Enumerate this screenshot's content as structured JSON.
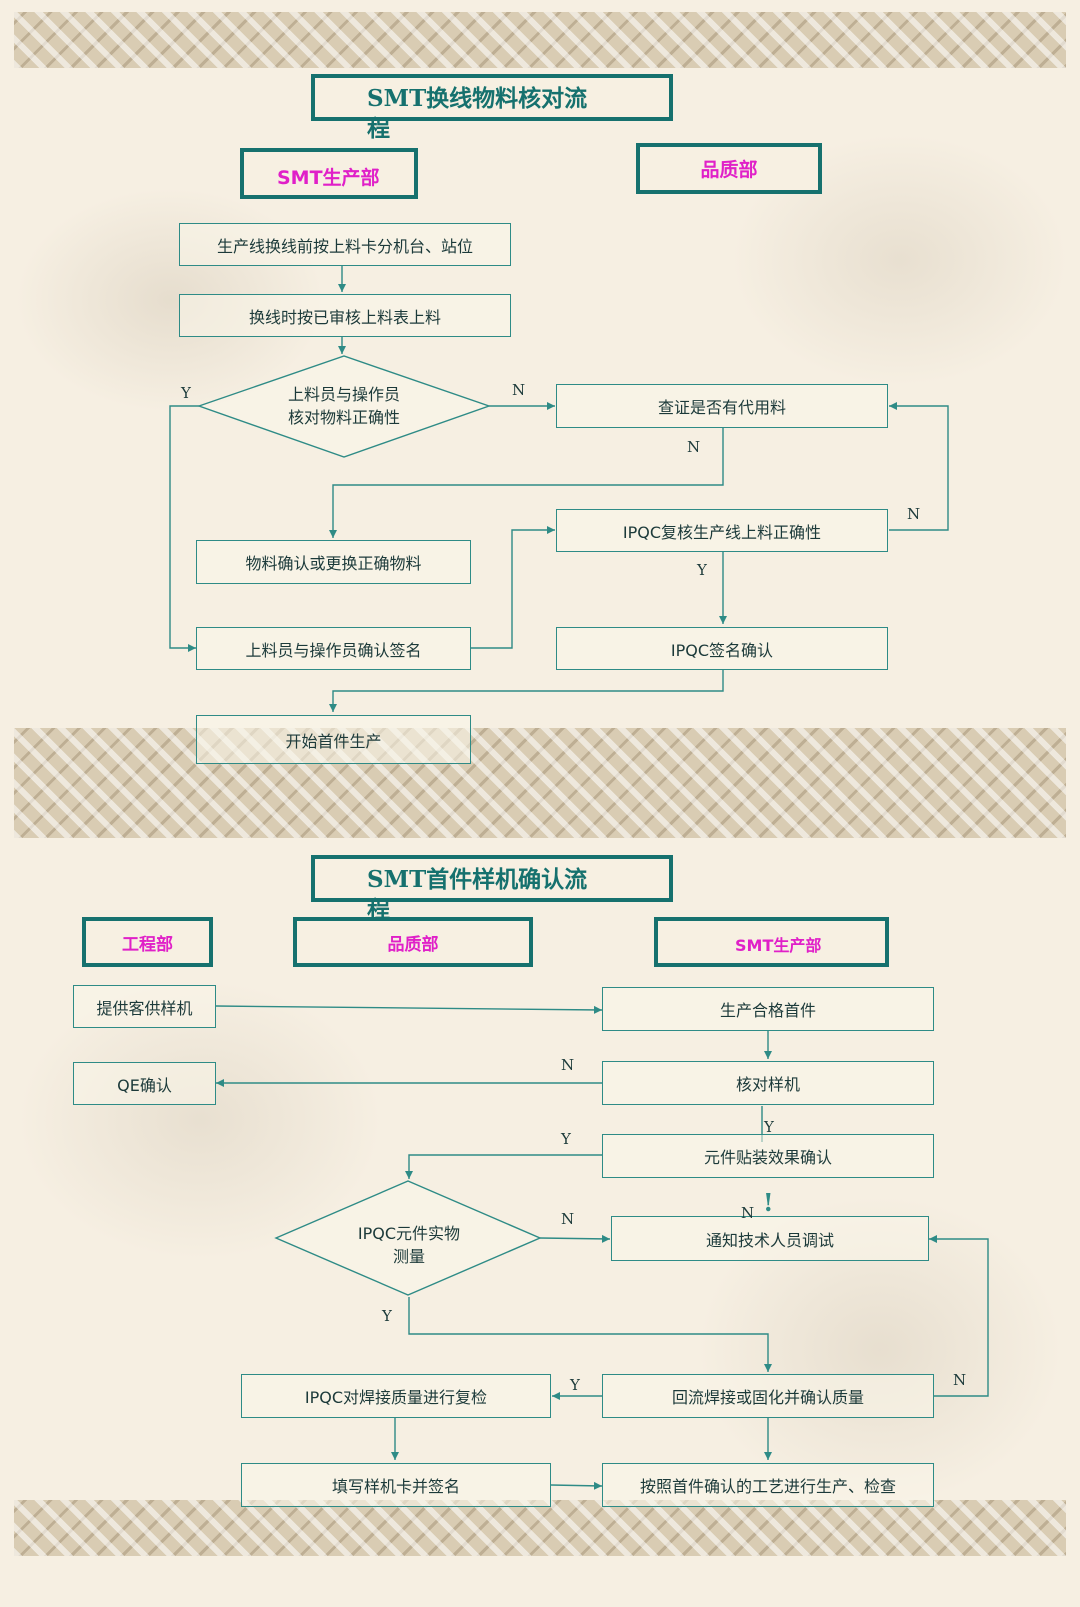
{
  "flow1": {
    "title": "SMT换线物料核对流程",
    "dept_smt": "SMT生产部",
    "dept_quality": "品质部",
    "steps": {
      "s1": "生产线换线前按上料卡分机台、站位",
      "s2": "换线时按已审核上料表上料",
      "diamond_line1": "上料员与操作员",
      "diamond_line2": "核对物料正确性",
      "check_sub": "查证是否有代用料",
      "confirm_replace": "物料确认或更换正确物料",
      "ipqc_recheck": "IPQC复核生产线上料正确性",
      "sign_operator": "上料员与操作员确认签名",
      "ipqc_sign": "IPQC签名确认",
      "start": "开始首件生产"
    },
    "labels": {
      "y": "Y",
      "n": "N"
    }
  },
  "flow2": {
    "title": "SMT首件样机确认流程",
    "dept_eng": "工程部",
    "dept_quality": "品质部",
    "dept_smt": "SMT生产部",
    "steps": {
      "provide_sample": "提供客供样机",
      "qe_confirm": "QE确认",
      "qualified_first": "生产合格首件",
      "check_sample": "核对样机",
      "mount_confirm": "元件贴装效果确认",
      "diamond_line1": "IPQC元件实物",
      "diamond_line2": "测量",
      "notify_tech": "通知技术人员调试",
      "ipqc_weld": "IPQC对焊接质量进行复检",
      "reflow": "回流焊接或固化并确认质量",
      "fill_card": "填写样机卡并签名",
      "produce_check": "按照首件确认的工艺进行生产、检查"
    },
    "labels": {
      "y": "Y",
      "n": "N",
      "excl": "!"
    }
  }
}
